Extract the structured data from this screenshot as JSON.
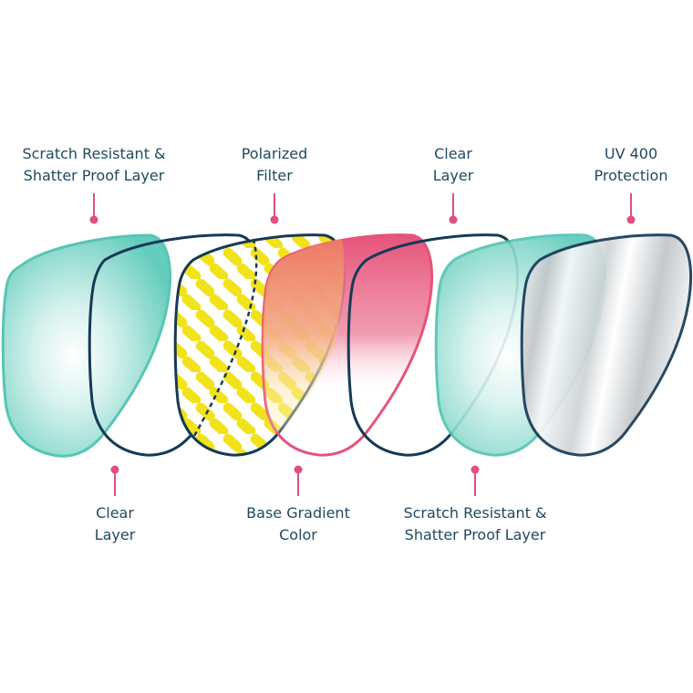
{
  "top_labels": [
    {
      "line1": "Scratch Resistant &",
      "line2": "Shatter Proof Layer"
    },
    {
      "line1": "Polarized",
      "line2": "Filter"
    },
    {
      "line1": "Clear",
      "line2": "Layer"
    },
    {
      "line1": "UV 400",
      "line2": "Protection"
    }
  ],
  "bottom_labels": [
    {
      "line1": "Clear",
      "line2": "Layer"
    },
    {
      "line1": "Base Gradient",
      "line2": "Color"
    },
    {
      "line1": "Scratch Resistant &",
      "line2": "Shatter Proof Layer"
    }
  ],
  "colors": {
    "text": "#1f4a5e",
    "pointer": "#e0507a",
    "teal_fill": "#7fd6cb",
    "teal_outline": "#4fc3b1",
    "navy_outline": "#163a55",
    "yellow": "#f2e21a",
    "pink": "#e5547a",
    "silver": "#c8ccd0"
  }
}
